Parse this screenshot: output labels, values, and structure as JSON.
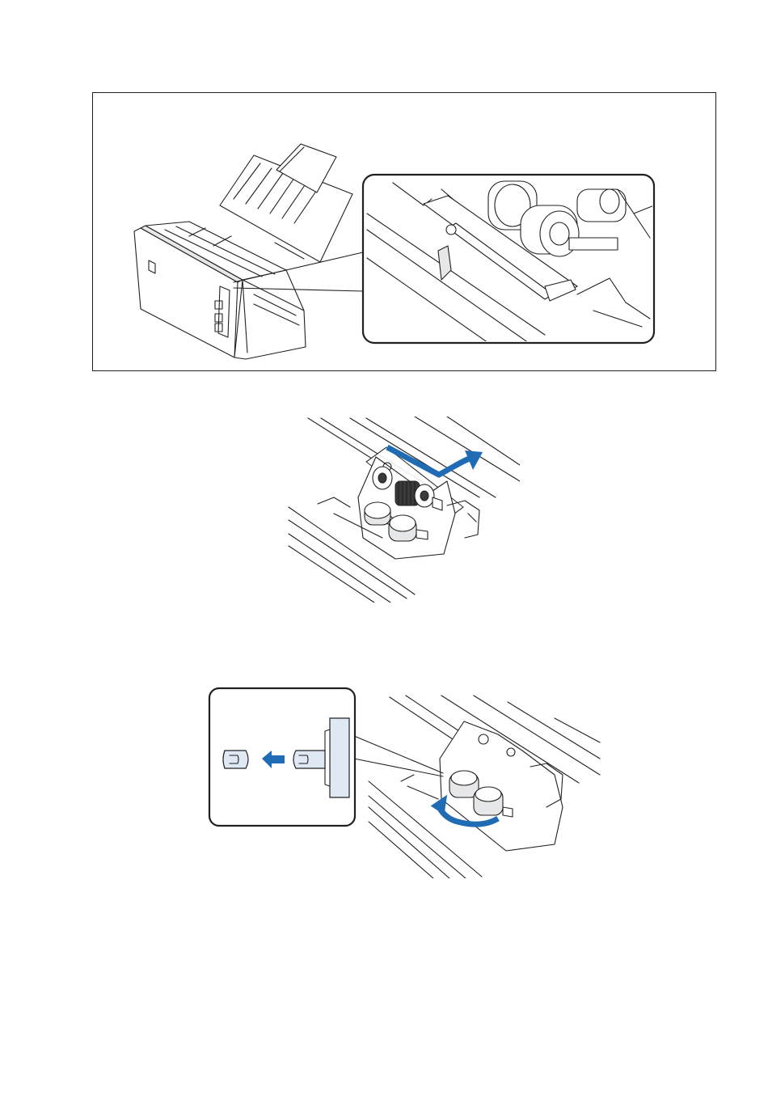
{
  "page": {
    "background": "#ffffff",
    "accent_color": "#1f6cb5"
  },
  "figures": [
    {
      "id": "scanner-open-with-callout",
      "icon": "scanner-icon"
    },
    {
      "id": "roller-cover-open-arrow",
      "icon": "roller-assembly-icon"
    },
    {
      "id": "roller-removal-callout",
      "icon": "roller-removal-icon"
    }
  ]
}
